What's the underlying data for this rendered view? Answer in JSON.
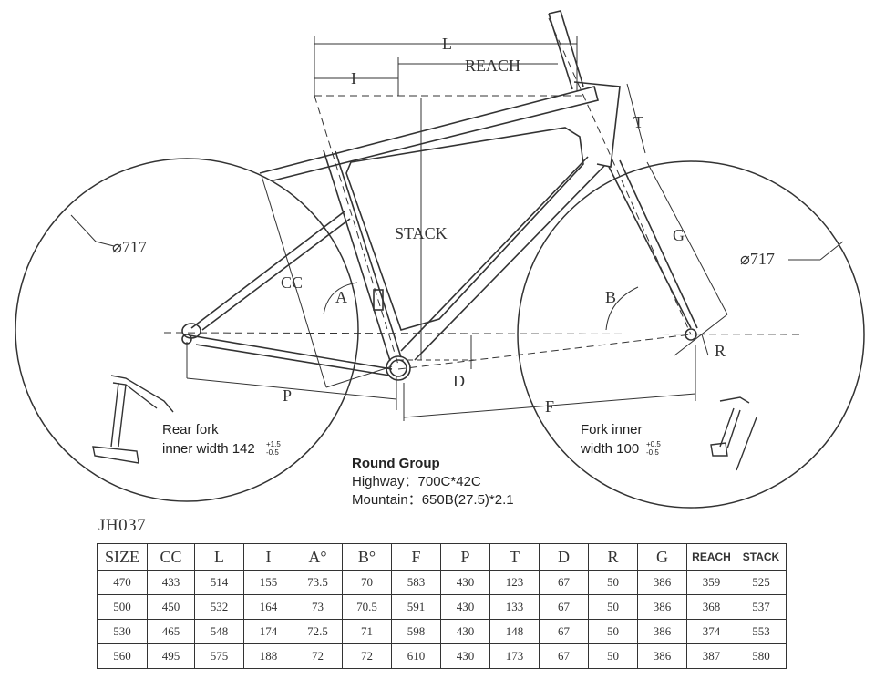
{
  "labels": {
    "L": "L",
    "I": "I",
    "REACH": "REACH",
    "STACK": "STACK",
    "T": "T",
    "G": "G",
    "CC": "CC",
    "A": "A",
    "B": "B",
    "P": "P",
    "D": "D",
    "F": "F",
    "R": "R",
    "wheel_left": "⌀717",
    "wheel_right": "⌀717"
  },
  "rear_fork": {
    "line1": "Rear fork",
    "line2": "inner width 142",
    "tol_plus": "+1.5",
    "tol_minus": "-0.5"
  },
  "front_fork": {
    "line1": "Fork inner",
    "line2": "width 100",
    "tol_plus": "+0.5",
    "tol_minus": "-0.5"
  },
  "round_group": {
    "title": "Round Group",
    "highway": "Highway：700C*42C",
    "mountain": "Mountain：650B(27.5)*2.1"
  },
  "model": "JH037",
  "table": {
    "headers": [
      "SIZE",
      "CC",
      "L",
      "I",
      "A°",
      "B°",
      "F",
      "P",
      "T",
      "D",
      "R",
      "G",
      "REACH",
      "STACK"
    ],
    "rows": [
      [
        "470",
        "433",
        "514",
        "155",
        "73.5",
        "70",
        "583",
        "430",
        "123",
        "67",
        "50",
        "386",
        "359",
        "525"
      ],
      [
        "500",
        "450",
        "532",
        "164",
        "73",
        "70.5",
        "591",
        "430",
        "133",
        "67",
        "50",
        "386",
        "368",
        "537"
      ],
      [
        "530",
        "465",
        "548",
        "174",
        "72.5",
        "71",
        "598",
        "430",
        "148",
        "67",
        "50",
        "386",
        "374",
        "553"
      ],
      [
        "560",
        "495",
        "575",
        "188",
        "72",
        "72",
        "610",
        "430",
        "173",
        "67",
        "50",
        "386",
        "387",
        "580"
      ]
    ]
  }
}
